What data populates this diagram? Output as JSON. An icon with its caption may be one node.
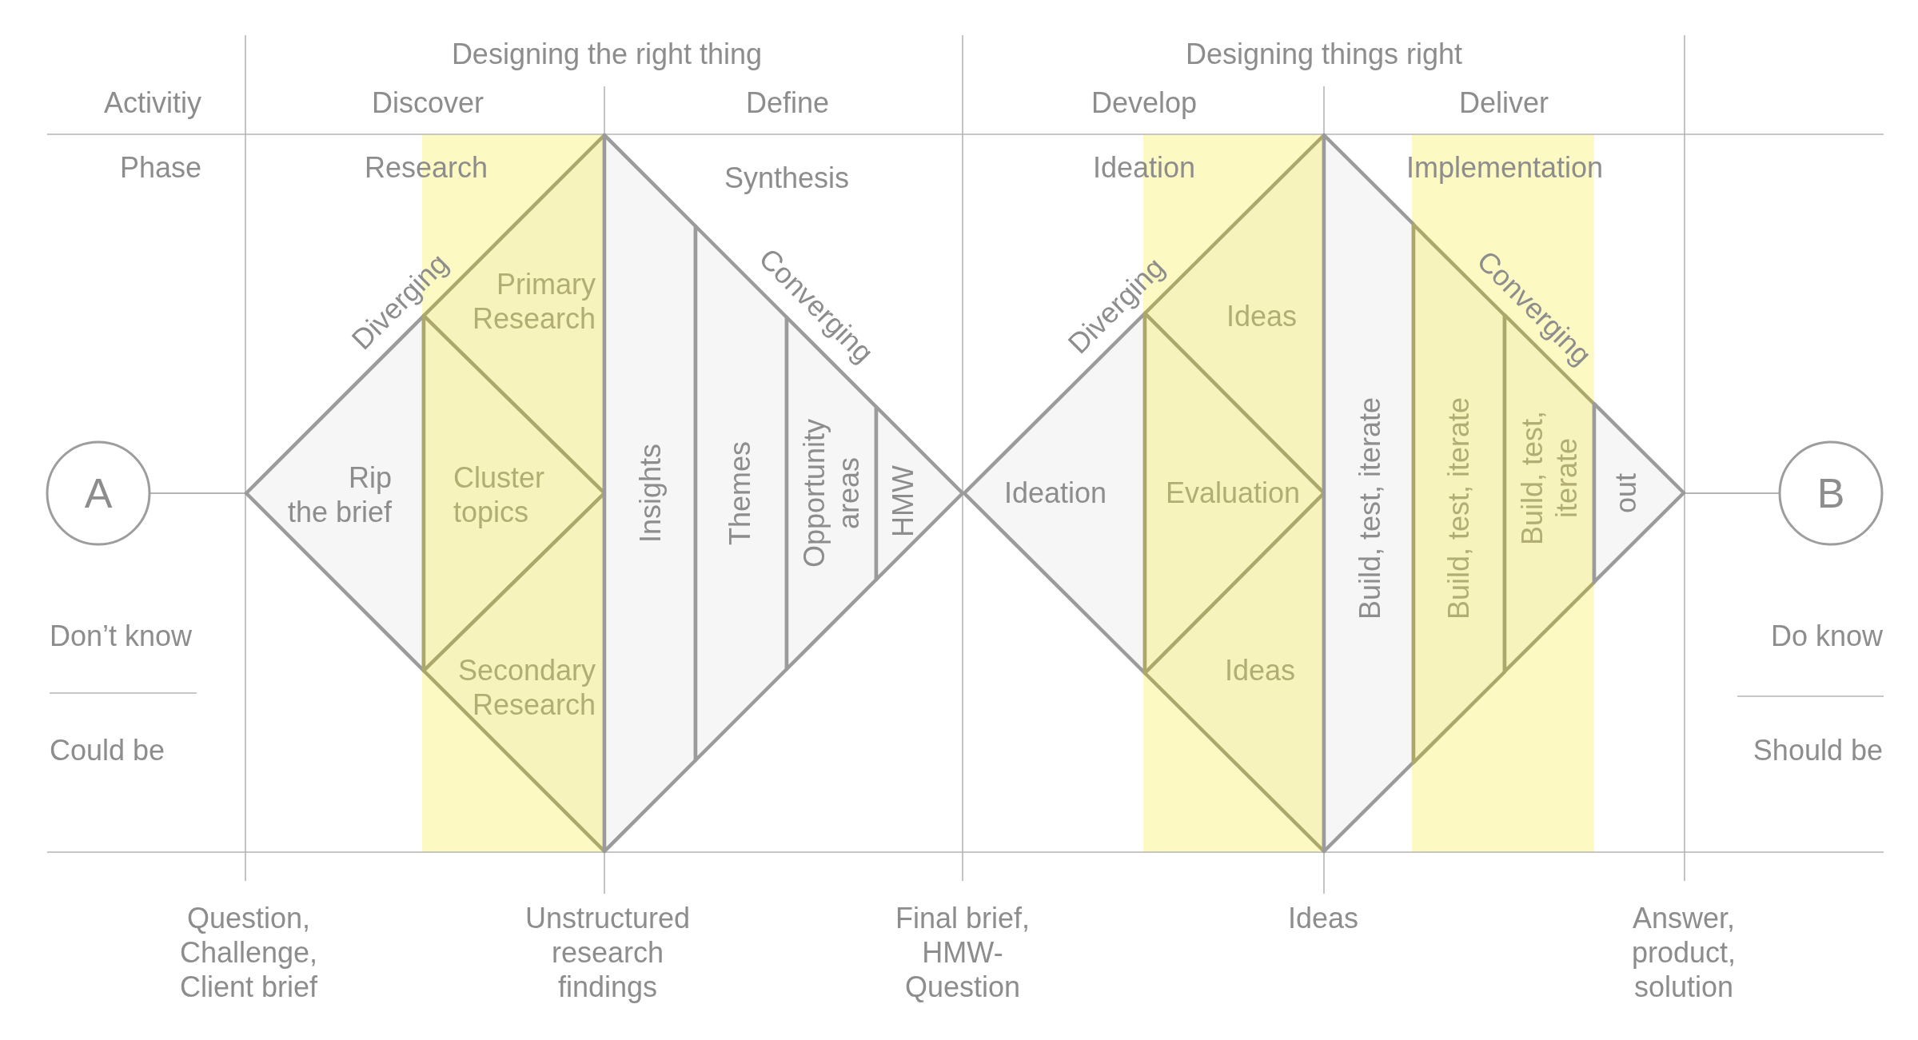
{
  "diagram": {
    "nodes": [
      {
        "text": [
          "A"
        ]
      },
      {
        "text": [
          "Rip the brief"
        ]
      },
      {
        "text": [
          "Primary Research"
        ]
      },
      {
        "text": [
          "Cluster topics"
        ]
      },
      {
        "text": [
          "Secondary Research"
        ]
      },
      {
        "text": [
          "Insights"
        ]
      },
      {
        "text": [
          "Themes"
        ]
      },
      {
        "text": [
          "Opportunity areas"
        ]
      },
      {
        "text": [
          "HMW"
        ]
      },
      {
        "text": [
          "Ideation"
        ]
      },
      {
        "text": [
          "Ideas"
        ]
      },
      {
        "text": [
          "Evaluation"
        ]
      },
      {
        "text": [
          "Ideas"
        ]
      },
      {
        "text": [
          "Build, test, iterate"
        ]
      },
      {
        "text": [
          "Build, test, iterate"
        ]
      },
      {
        "text": [
          "Build, test, iterate"
        ]
      },
      {
        "text": [
          "out"
        ]
      },
      {
        "text": [
          "B"
        ]
      }
    ],
    "edges": [
      {
        "from": 0,
        "to": 1,
        "arrow": "none"
      },
      {
        "from": 16,
        "to": 17,
        "arrow": "none"
      }
    ],
    "labels": [
      "Designing the right thing",
      "Designing things right",
      "Activitiy",
      "Discover",
      "Define",
      "Develop",
      "Deliver",
      "Phase",
      "Research",
      "Synthesis",
      "Ideation",
      "Implementation",
      "Diverging",
      "Converging",
      "Diverging",
      "Converging",
      "Don’t know",
      "Do know",
      "Could be",
      "Should be",
      "Question, Challenge, Client brief",
      "Unstructured research findings",
      "Final brief, HMW-Question",
      "Ideas",
      "Answer, product, solution"
    ]
  }
}
